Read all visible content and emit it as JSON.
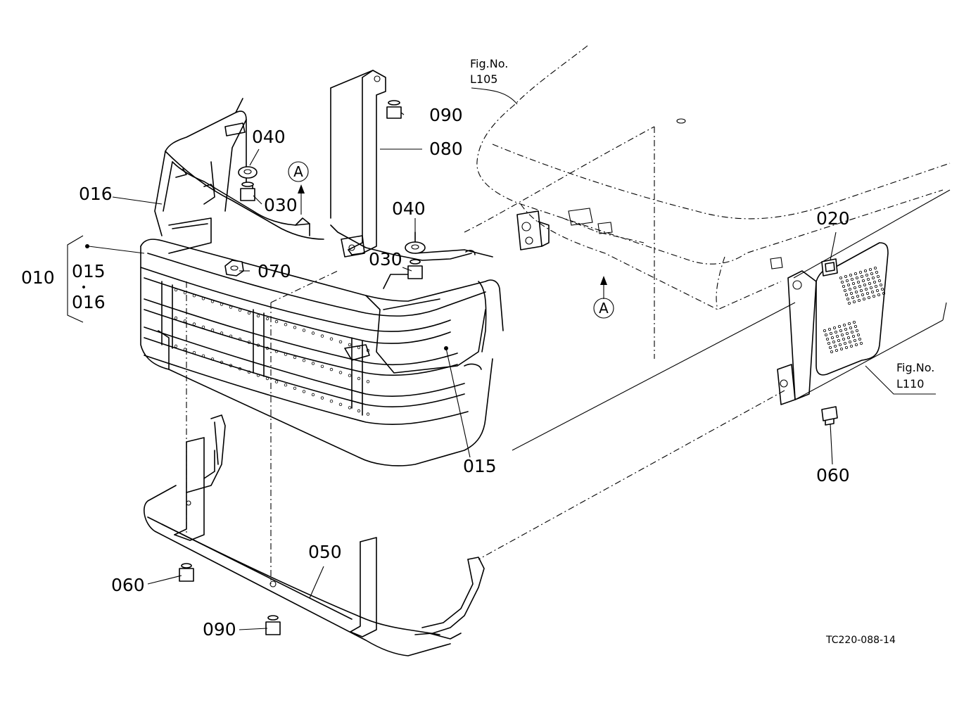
{
  "figure_refs": {
    "hood": {
      "line1": "Fig.No.",
      "line2": "L105"
    },
    "panel": {
      "line1": "Fig.No.",
      "line2": "L110"
    }
  },
  "callouts": {
    "arrow_a_top": "A",
    "arrow_a_right": "A"
  },
  "parts": {
    "p010": "010",
    "p015_group": "015",
    "group_dot": "•",
    "p016_group": "016",
    "p016": "016",
    "p040_left": "040",
    "p030_left": "030",
    "p090_top": "090",
    "p080": "080",
    "p040_right": "040",
    "p030_right": "030",
    "p070": "070",
    "p015": "015",
    "p020": "020",
    "p060_right": "060",
    "p050": "050",
    "p060_left": "060",
    "p090_bottom": "090"
  },
  "drawing_code": "TC220-088-14"
}
